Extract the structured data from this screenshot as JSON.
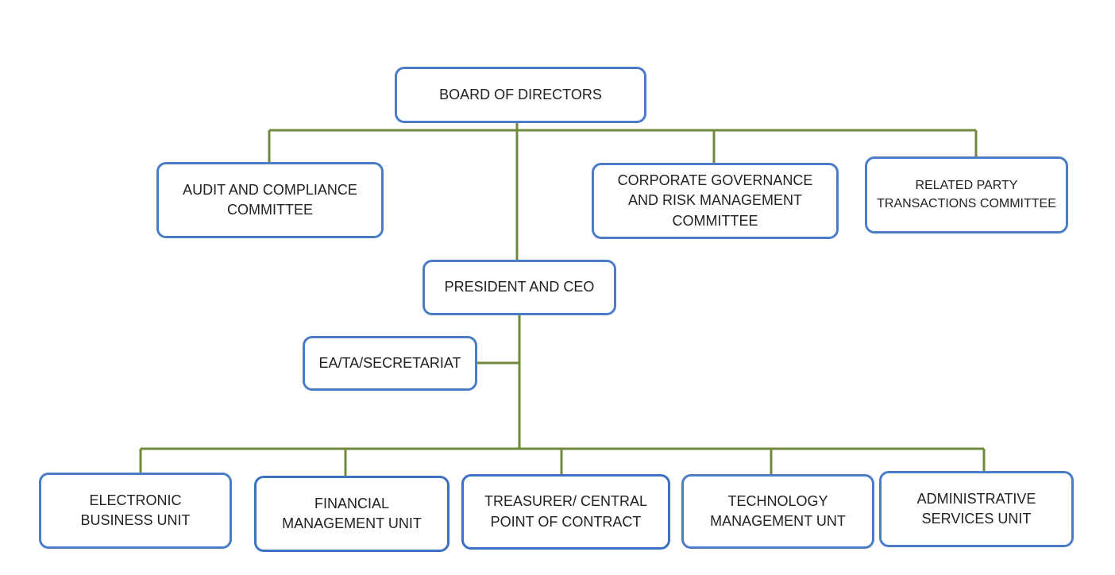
{
  "board": {
    "label": "BOARD OF DIRECTORS"
  },
  "committees": {
    "audit": "AUDIT AND COMPLIANCE\nCOMMITTEE",
    "governance": "CORPORATE GOVERNANCE\nAND RISK MANAGEMENT\nCOMMITTEE",
    "related_party": "RELATED PARTY\nTRANSACTIONS COMMITTEE"
  },
  "president": {
    "label": "PRESIDENT AND CEO"
  },
  "secretariat": {
    "label": "EA/TA/SECRETARIAT"
  },
  "units": [
    {
      "label": "ELECTRONIC\nBUSINESS UNIT"
    },
    {
      "label": "FINANCIAL\nMANAGEMENT UNIT"
    },
    {
      "label": "TREASURER/ CENTRAL\nPOINT OF CONTRACT"
    },
    {
      "label": "TECHNOLOGY\nMANAGEMENT UNT"
    },
    {
      "label": "ADMINISTRATIVE\nSERVICES UNIT"
    }
  ],
  "colors": {
    "box_border": "#4a7cc9",
    "connector": "#6f8a3c",
    "text": "#222222"
  }
}
